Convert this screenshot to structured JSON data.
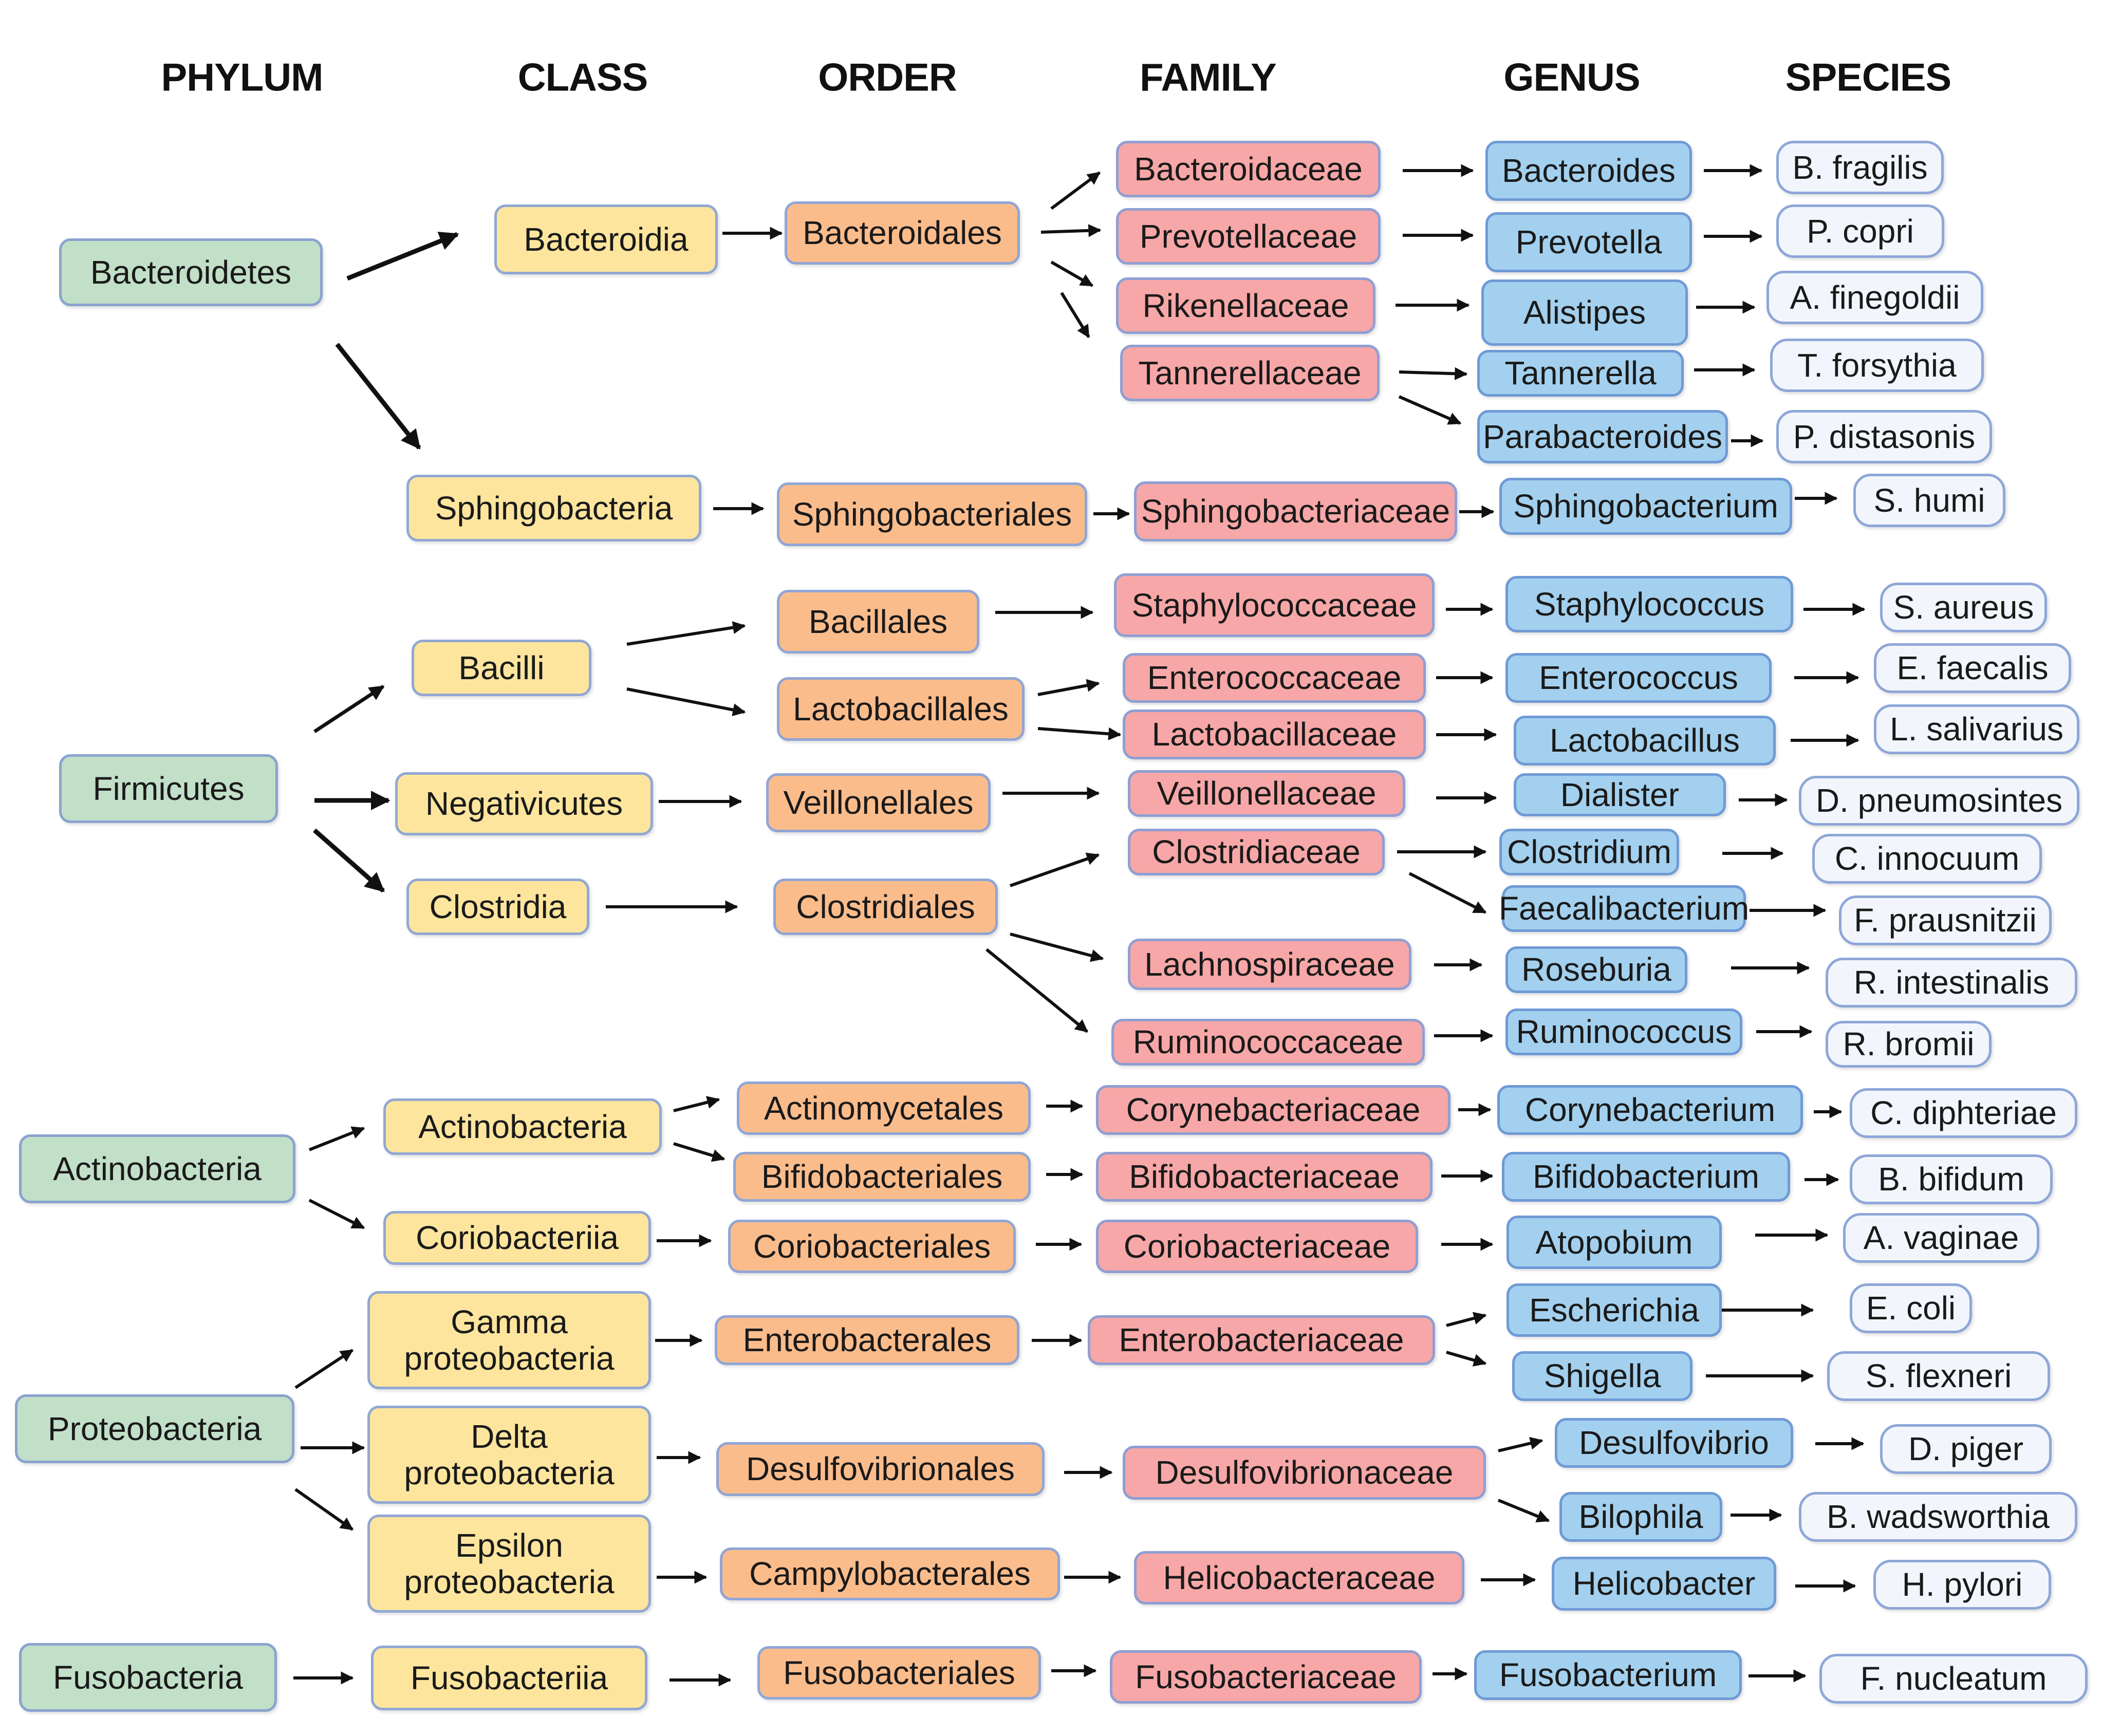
{
  "headers": {
    "phylum": "PHYLUM",
    "class": "CLASS",
    "order": "ORDER",
    "family": "FAMILY",
    "genus": "GENUS",
    "species": "SPECIES"
  },
  "colors": {
    "phylum": "#c2dfc8",
    "class": "#fde59e",
    "order": "#fbbc8c",
    "family": "#f7a7a7",
    "genus": "#a3d0ee",
    "species": "#f2f6fc",
    "border": "#7f9fd0",
    "arrow": "#111111"
  },
  "taxa": {
    "phyla": [
      "Bacteroidetes",
      "Firmicutes",
      "Actinobacteria",
      "Proteobacteria",
      "Fusobacteria"
    ],
    "classes": [
      "Bacteroidia",
      "Sphingobacteria",
      "Bacilli",
      "Negativicutes",
      "Clostridia",
      "Actinobacteria",
      "Coriobacteriia",
      "Gamma proteobacteria",
      "Delta proteobacteria",
      "Epsilon proteobacteria",
      "Fusobacteriia"
    ],
    "orders": [
      "Bacteroidales",
      "Sphingobacteriales",
      "Bacillales",
      "Lactobacillales",
      "Veillonellales",
      "Clostridiales",
      "Actinomycetales",
      "Bifidobacteriales",
      "Coriobacteriales",
      "Enterobacterales",
      "Desulfovibrionales",
      "Campylobacterales",
      "Fusobacteriales"
    ],
    "families": [
      "Bacteroidaceae",
      "Prevotellaceae",
      "Rikenellaceae",
      "Tannerellaceae",
      "Sphingobacteriaceae",
      "Staphylococcaceae",
      "Enterococcaceae",
      "Lactobacillaceae",
      "Veillonellaceae",
      "Clostridiaceae",
      "Lachnospiraceae",
      "Ruminococcaceae",
      "Corynebacteriaceae",
      "Bifidobacteriaceae",
      "Coriobacteriaceae",
      "Enterobacteriaceae",
      "Desulfovibrionaceae",
      "Helicobacteraceae",
      "Fusobacteriaceae"
    ],
    "genera": [
      "Bacteroides",
      "Prevotella",
      "Alistipes",
      "Tannerella",
      "Parabacteroides",
      "Sphingobacterium",
      "Staphylococcus",
      "Enterococcus",
      "Lactobacillus",
      "Dialister",
      "Clostridium",
      "Faecalibacterium",
      "Roseburia",
      "Ruminococcus",
      "Corynebacterium",
      "Bifidobacterium",
      "Atopobium",
      "Escherichia",
      "Shigella",
      "Desulfovibrio",
      "Bilophila",
      "Helicobacter",
      "Fusobacterium"
    ],
    "species": [
      "B. fragilis",
      "P. copri",
      "A. finegoldii",
      "T. forsythia",
      "P. distasonis",
      "S. humi",
      "S. aureus",
      "E. faecalis",
      "L. salivarius",
      "D. pneumosintes",
      "C. innocuum",
      "F. prausnitzii",
      "R. intestinalis",
      "R. bromii",
      "C. diphteriae",
      "B. bifidum",
      "A. vaginae",
      "E. coli",
      "S. flexneri",
      "D.  piger",
      "B. wadsworthia",
      "H. pylori",
      "F.  nucleatum"
    ]
  }
}
